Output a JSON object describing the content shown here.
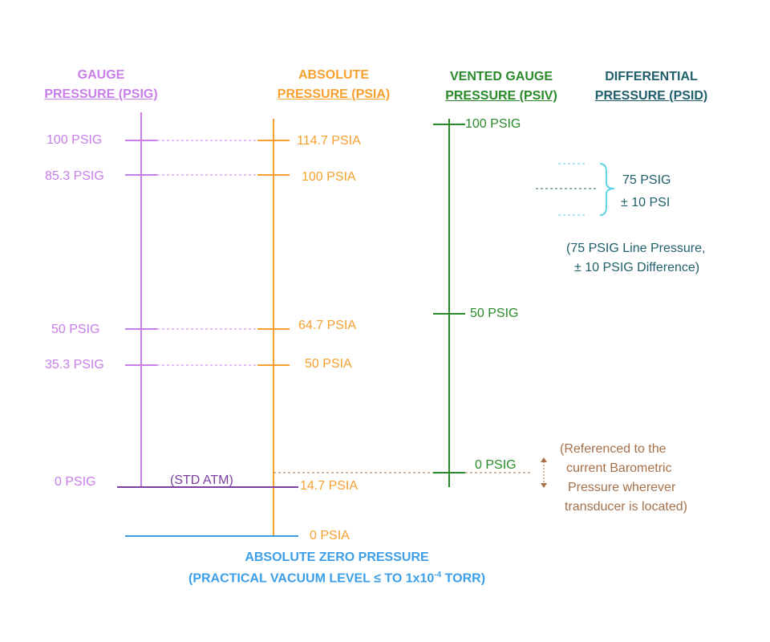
{
  "headers": {
    "gauge": {
      "line1": "GAUGE",
      "line2": "PRESSURE (PSIG)"
    },
    "absolute": {
      "line1": "ABSOLUTE",
      "line2": "PRESSURE (PSIA)"
    },
    "vented": {
      "line1": "VENTED GAUGE",
      "line2": "PRESSURE (PSIV)"
    },
    "differential": {
      "line1": "DIFFERENTIAL",
      "line2": "PRESSURE (PSID)"
    }
  },
  "gauge_labels": [
    "100 PSIG",
    "85.3 PSIG",
    "50 PSIG",
    "35.3 PSIG",
    "0 PSIG"
  ],
  "absolute_labels": [
    "114.7 PSIA",
    "100 PSIA",
    "64.7 PSIA",
    "50 PSIA",
    "14.7 PSIA",
    "0 PSIA"
  ],
  "std_atm": "(STD ATM)",
  "vented_labels": [
    "100 PSIG",
    "50 PSIG",
    "0 PSIG"
  ],
  "differential": {
    "value": "75 PSIG",
    "tolerance": "± 10 PSI",
    "note1": "(75 PSIG Line Pressure,",
    "note2": "± 10 PSIG Difference)"
  },
  "barometric_note": [
    "(Referenced to the",
    "current Barometric",
    "Pressure wherever",
    "transducer is located)"
  ],
  "bottom": {
    "line1": "ABSOLUTE ZERO PRESSURE",
    "line2_prefix": "(PRACTICAL VACUUM LEVEL ≤ TO 1x10",
    "line2_exp": "-4",
    "line2_suffix": " TORR)"
  },
  "colors": {
    "gauge": "#c77ee8",
    "absolute": "#f7a02e",
    "vented": "#2a8a2a",
    "differential": "#1f5f6b",
    "diff_bracket": "#5fd6e8",
    "barometric": "#a5714a",
    "std_atm": "#7b3fa0",
    "zero": "#3d9ee8"
  }
}
